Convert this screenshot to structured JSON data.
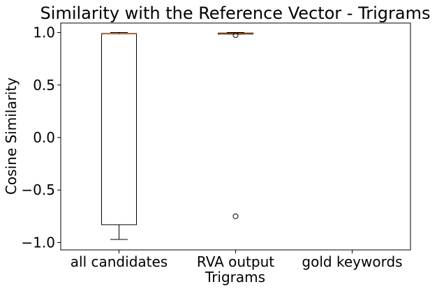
{
  "chart_data": {
    "type": "box",
    "title": "Similarity with the Reference Vector - Trigrams",
    "xlabel": "Trigrams",
    "ylabel": "Cosine Similarity",
    "ylim": [
      -1.07,
      1.09
    ],
    "yticks": [
      1.0,
      0.5,
      0.0,
      -0.5,
      -1.0
    ],
    "ytick_labels": [
      "1.0",
      "0.5",
      "0.0",
      "−0.5",
      "−1.0"
    ],
    "categories": [
      "all candidates",
      "RVA output",
      "gold keywords"
    ],
    "boxes": [
      {
        "category": "all candidates",
        "whisker_low": -0.97,
        "q1": -0.83,
        "median": 0.985,
        "q3": 0.99,
        "whisker_high": 1.0,
        "outliers": []
      },
      {
        "category": "RVA output",
        "whisker_low": 0.985,
        "q1": 0.985,
        "median": 0.99,
        "q3": 0.995,
        "whisker_high": 1.0,
        "outliers": [
          0.975,
          -0.75
        ]
      },
      {
        "category": "gold keywords",
        "whisker_low": null,
        "q1": null,
        "median": null,
        "q3": null,
        "whisker_high": null,
        "outliers": []
      }
    ],
    "grid": false,
    "legend": false,
    "colors": {
      "box": "#000000",
      "median": "#ff7f0e",
      "background": "#ffffff"
    }
  }
}
